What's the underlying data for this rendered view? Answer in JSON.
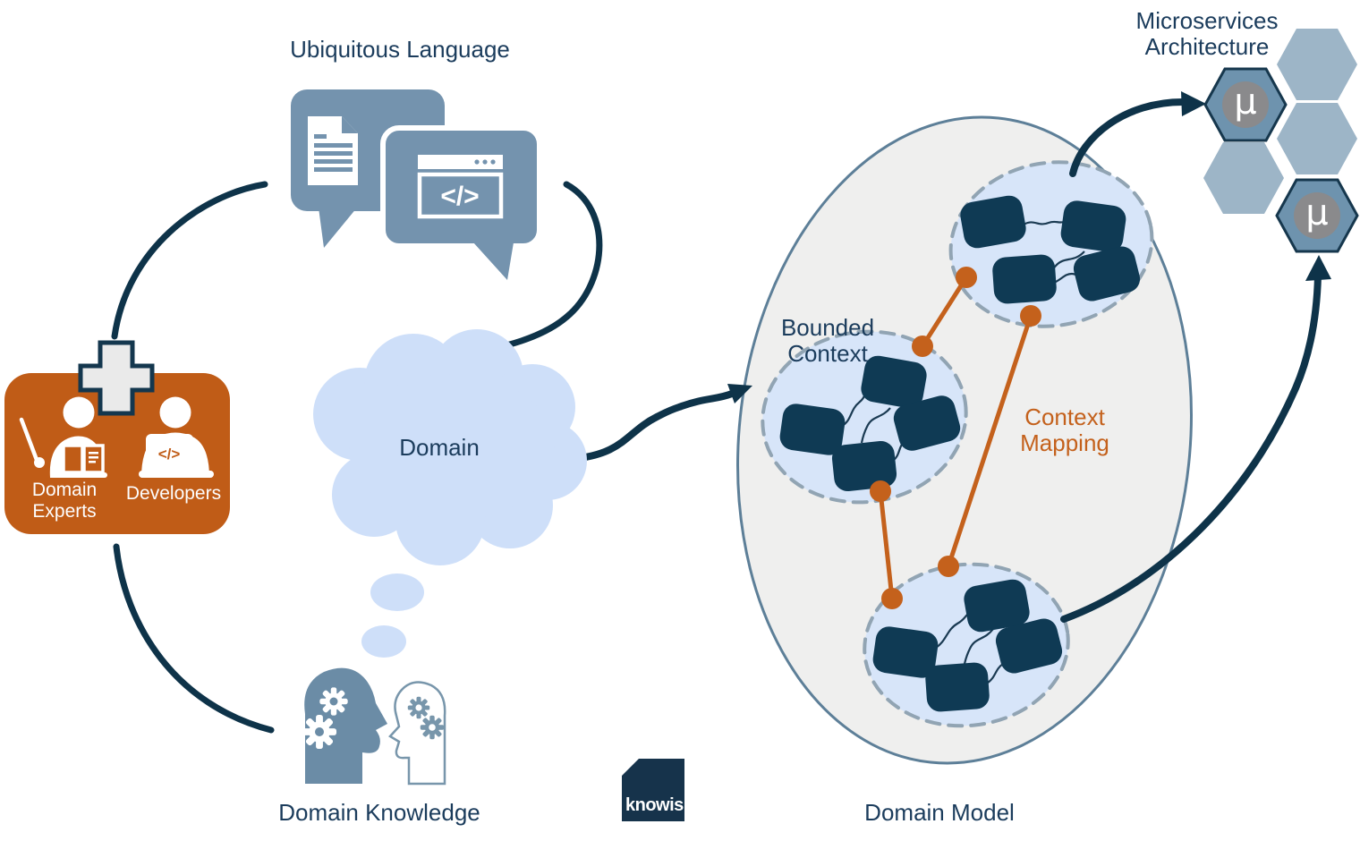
{
  "diagram_title": "Domain-Driven Design concept diagram",
  "labels": {
    "ubiquitous_language": "Ubiquitous Language",
    "microservices_line1": "Microservices",
    "microservices_line2": "Architecture",
    "domain": "Domain",
    "bounded_context_line1": "Bounded",
    "bounded_context_line2": "Context",
    "context_mapping_line1": "Context",
    "context_mapping_line2": "Mapping",
    "domain_model": "Domain Model",
    "domain_knowledge": "Domain Knowledge",
    "domain_experts_line1": "Domain",
    "domain_experts_line2": "Experts",
    "developers": "Developers",
    "logo": "knowis"
  },
  "icons": {
    "mu_glyph": "μ",
    "code_glyph": "</>",
    "document-bubble-icon": "speech bubble with text document",
    "code-bubble-icon": "speech bubble with code window",
    "plus-icon": "plus sign joining experts and developers",
    "teacher-icon": "domain expert with pointer and book",
    "developer-icon": "developer with laptop",
    "thought-cloud-icon": "thought cloud",
    "head-gears-icon": "head silhouette with gears",
    "hexagon-icon": "microservice hexagon"
  },
  "colors": {
    "navy_text": "#1B3C5C",
    "arrow_navy": "#0E3349",
    "bubble_blue": "#7493AE",
    "steel_blue": "#6B8CA6",
    "hex_light": "#9DB5C7",
    "hex_accent": "#6E93AE",
    "mu_circle_gray": "#8A8A8C",
    "cloud_blue": "#CEDFF9",
    "context_fill": "#D7E5F9",
    "context_dash": "#91A4B3",
    "model_fill": "#EFEFEE",
    "model_stroke": "#5D7F98",
    "orange": "#C05C17",
    "orange_line": "#C4611C",
    "entity_navy": "#0F3A54",
    "logo_navy": "#16334B"
  }
}
